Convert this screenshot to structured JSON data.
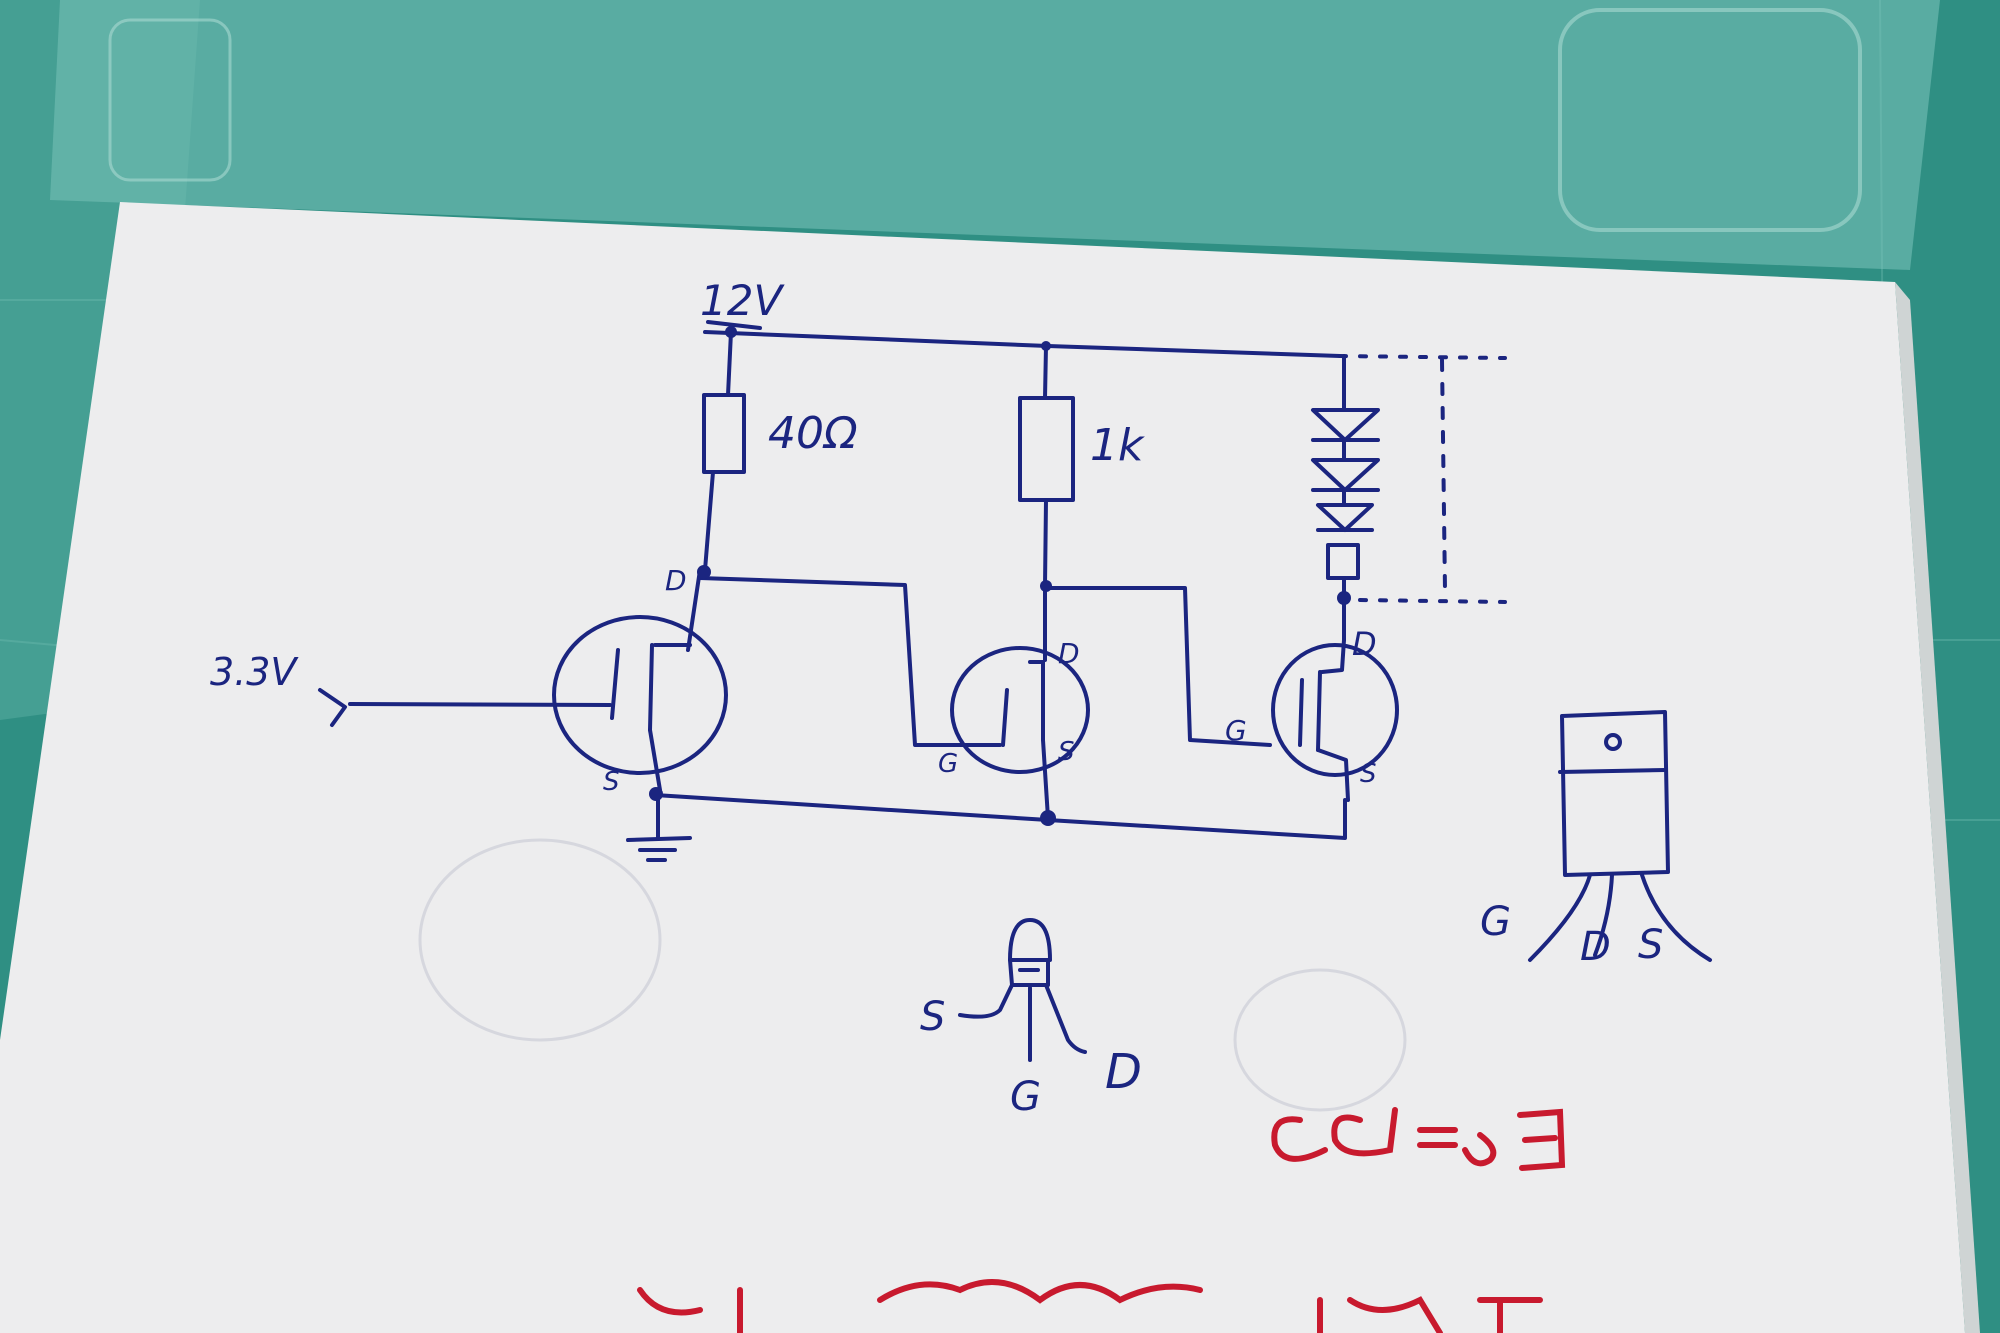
{
  "schematic": {
    "supply_label": "12V",
    "input_label": "3.3V",
    "r1_label": "40Ω",
    "r2_label": "1k",
    "q1": {
      "drain": "D",
      "source": "S"
    },
    "q2": {
      "drain": "D",
      "gate": "G",
      "source": "S"
    },
    "q3": {
      "drain": "D",
      "gate": "G",
      "source": "S"
    }
  },
  "package_to92": {
    "left": "S",
    "bottom": "G",
    "right": "D"
  },
  "package_to220": {
    "gate": "G",
    "drain": "D",
    "source": "S"
  },
  "colors": {
    "ink": "#1b2580",
    "red_ink": "#c81a2e",
    "paper": "#eeeeef",
    "mat": "#2f8f83"
  }
}
